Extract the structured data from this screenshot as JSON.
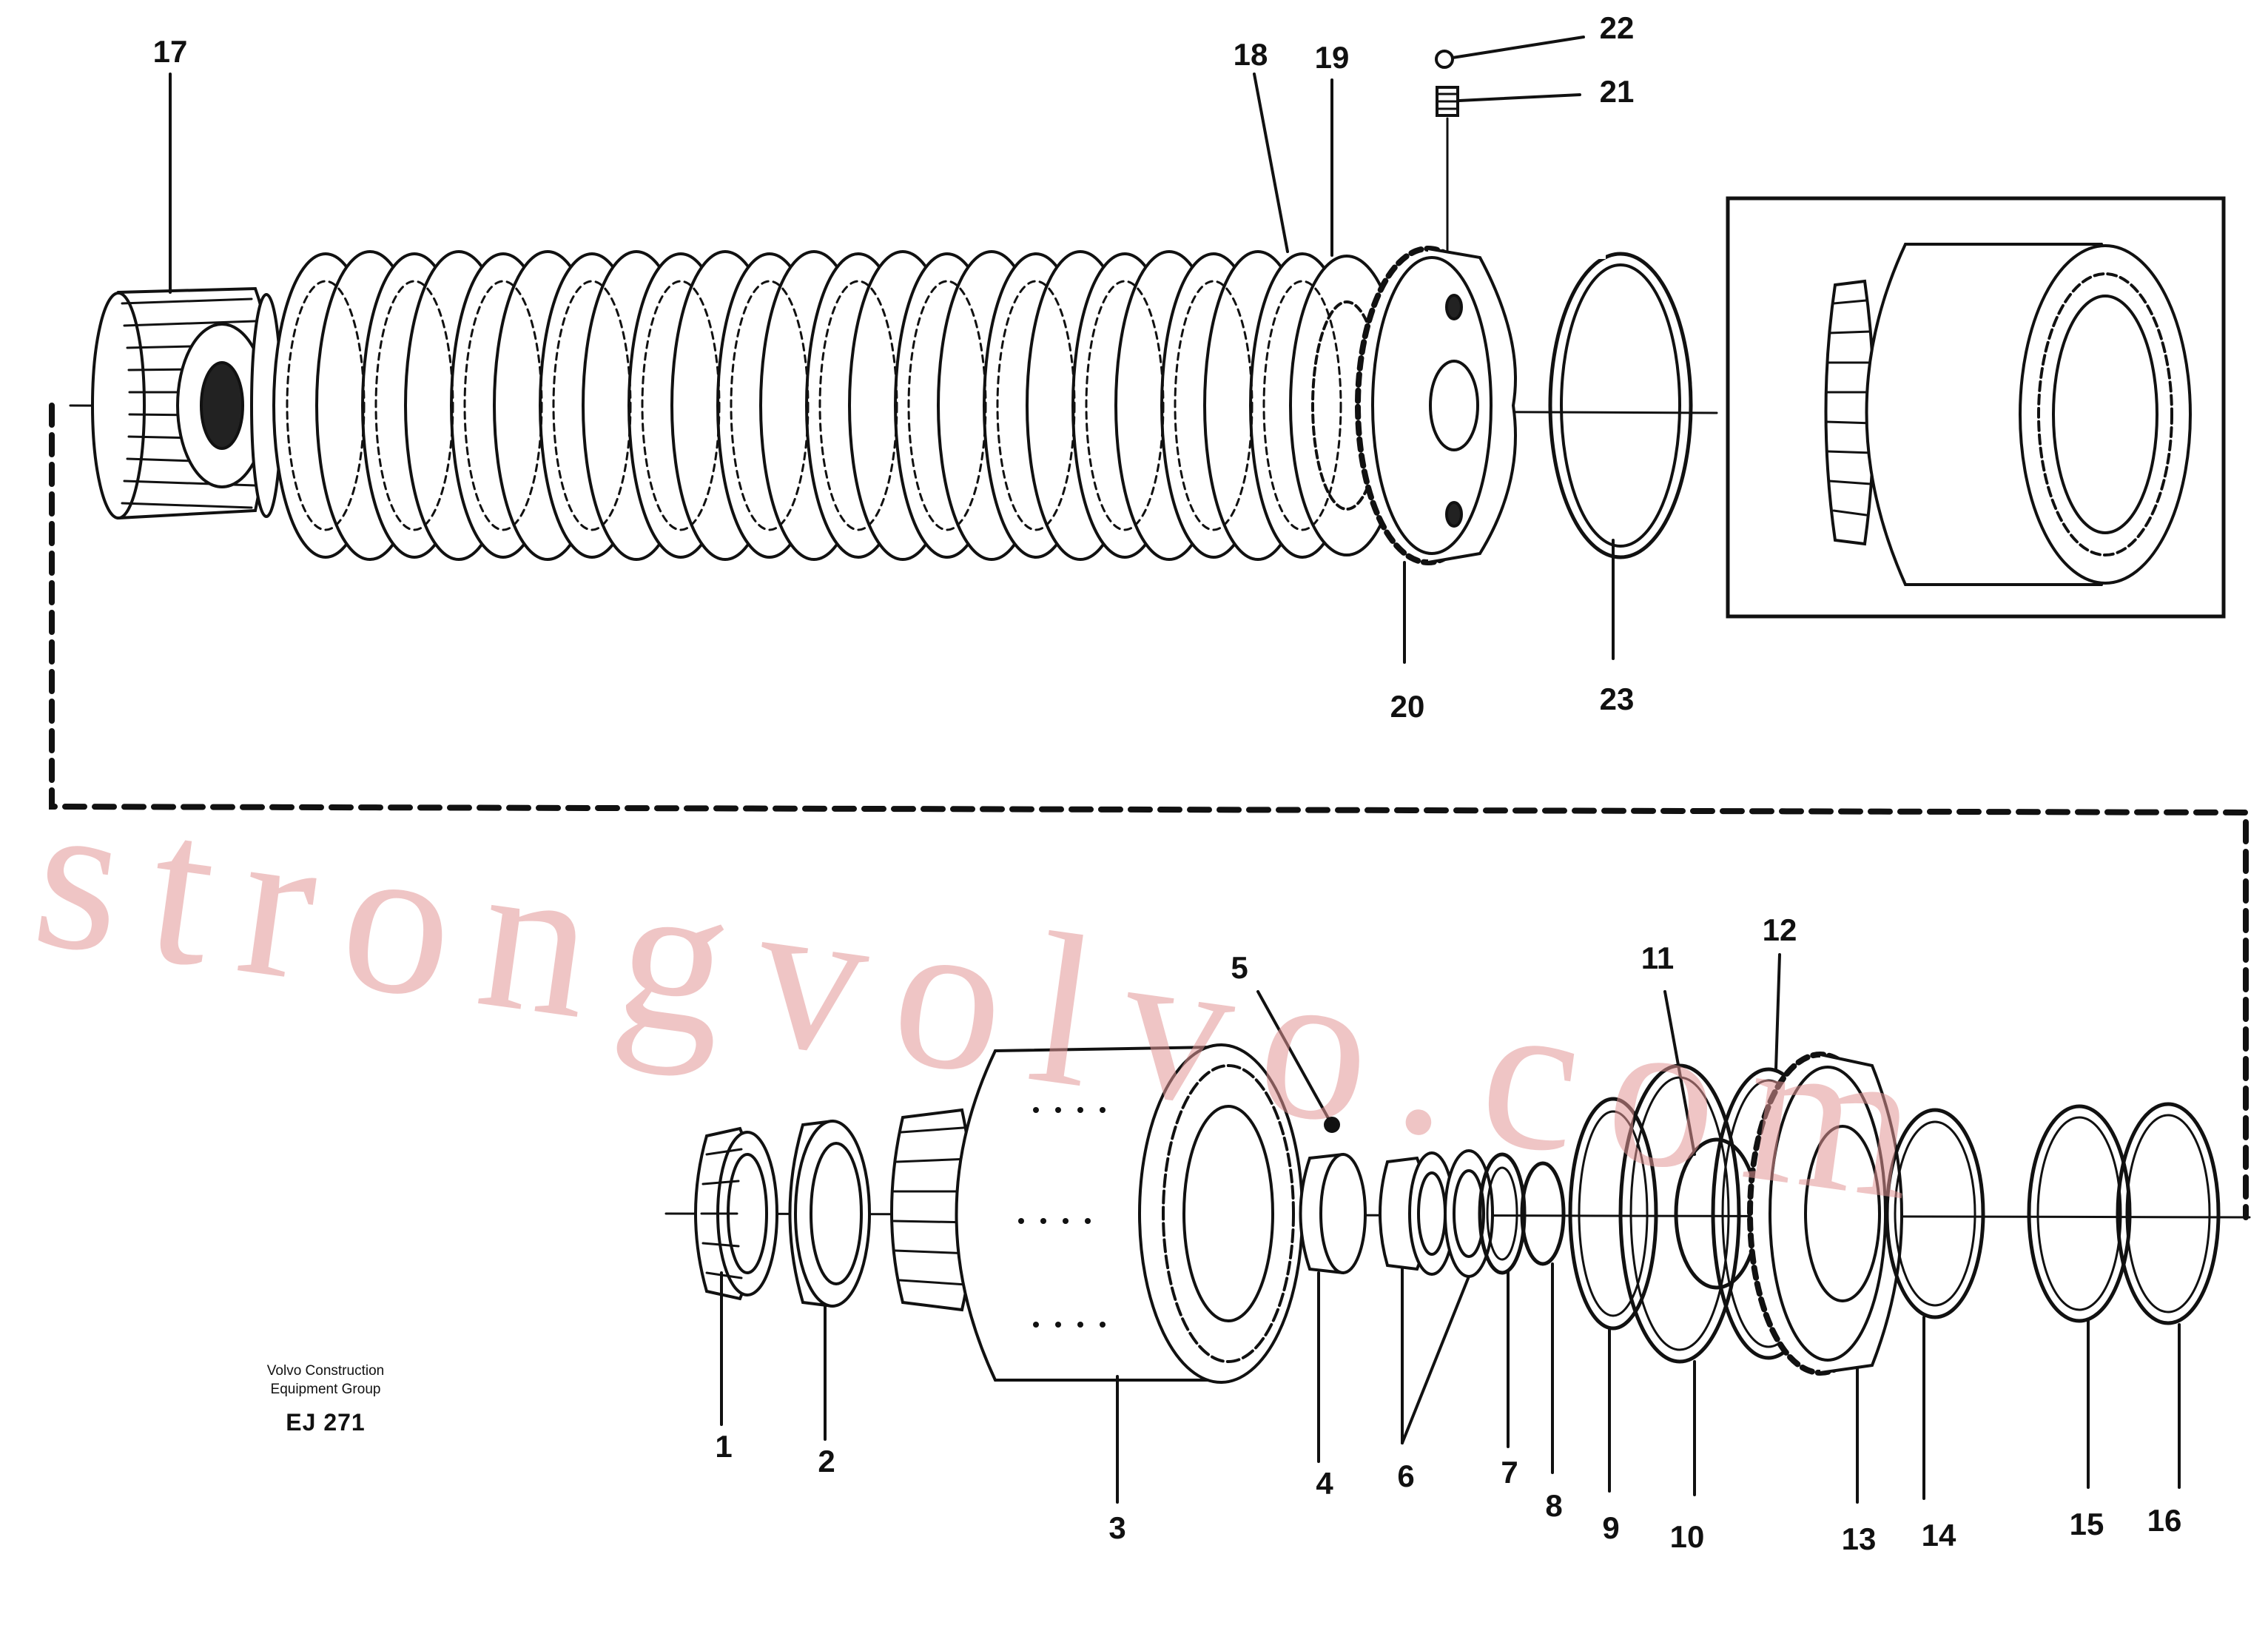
{
  "diagram": {
    "callouts": [
      "1",
      "2",
      "3",
      "4",
      "5",
      "6",
      "7",
      "8",
      "9",
      "10",
      "11",
      "12",
      "13",
      "14",
      "15",
      "16",
      "17",
      "18",
      "19",
      "20",
      "21",
      "22",
      "23"
    ],
    "caption": {
      "line1": "Volvo Construction",
      "line2": "Equipment Group",
      "code": "EJ 271"
    },
    "watermark": "strongvolvo.com"
  }
}
